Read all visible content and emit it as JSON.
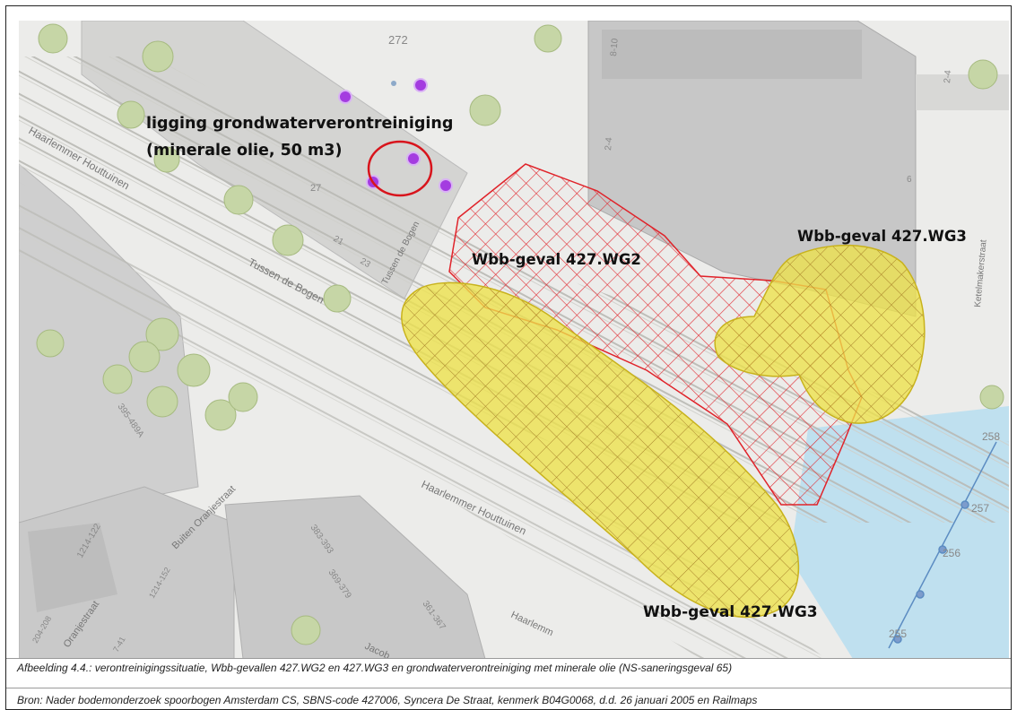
{
  "annotations": {
    "pollution_line1": "ligging grondwaterverontreiniging",
    "pollution_line2": "(minerale olie, 50 m3)",
    "wg2_label": "Wbb-geval 427.WG2",
    "wg3_label_top": "Wbb-geval 427.WG3",
    "wg3_label_bottom": "Wbb-geval 427.WG3"
  },
  "streets": {
    "haarlemmer_houttuinen_top": "Haarlemmer Houttuinen",
    "tussen_de_bogen": "Tussen de Bogen",
    "tussen_de_bogen_small": "Tussen de Bogen",
    "haarlemmer_houttuinen_mid": "Haarlemmer Houttuinen",
    "haarlemmer_bottom": "Haarlemm",
    "buiten_oranjestraat": "Buiten Oranjestraat",
    "oranjestraat": "Oranjestraat",
    "jacob": "Jacob",
    "ketelmakerstraat": "Ketelmakerstraat"
  },
  "house_numbers": [
    "272",
    "8-10",
    "2-4",
    "2-4",
    "6",
    "395-489A",
    "1214-122",
    "383-393",
    "369-379",
    "361-367",
    "204-208",
    "7-41",
    "1214-152",
    "27",
    "23",
    "21",
    "258",
    "257",
    "256",
    "255"
  ],
  "caption": "Afbeelding 4.4.: verontreinigingssituatie, Wbb-gevallen 427.WG2 en 427.WG3 en grondwaterverontreiniging met minerale olie (NS-saneringsgeval 65)",
  "source": "Bron: Nader bodemonderzoek spoorbogen Amsterdam CS, SBNS-code 427006, Syncera De Straat, kenmerk B04G0068, d.d. 26 januari 2005 en Railmaps",
  "legend_colors": {
    "wg2_hatch": "#e0232a",
    "wg3_fill": "#ede24a",
    "marker": "#a43ce0",
    "water": "#bfe0ef"
  }
}
